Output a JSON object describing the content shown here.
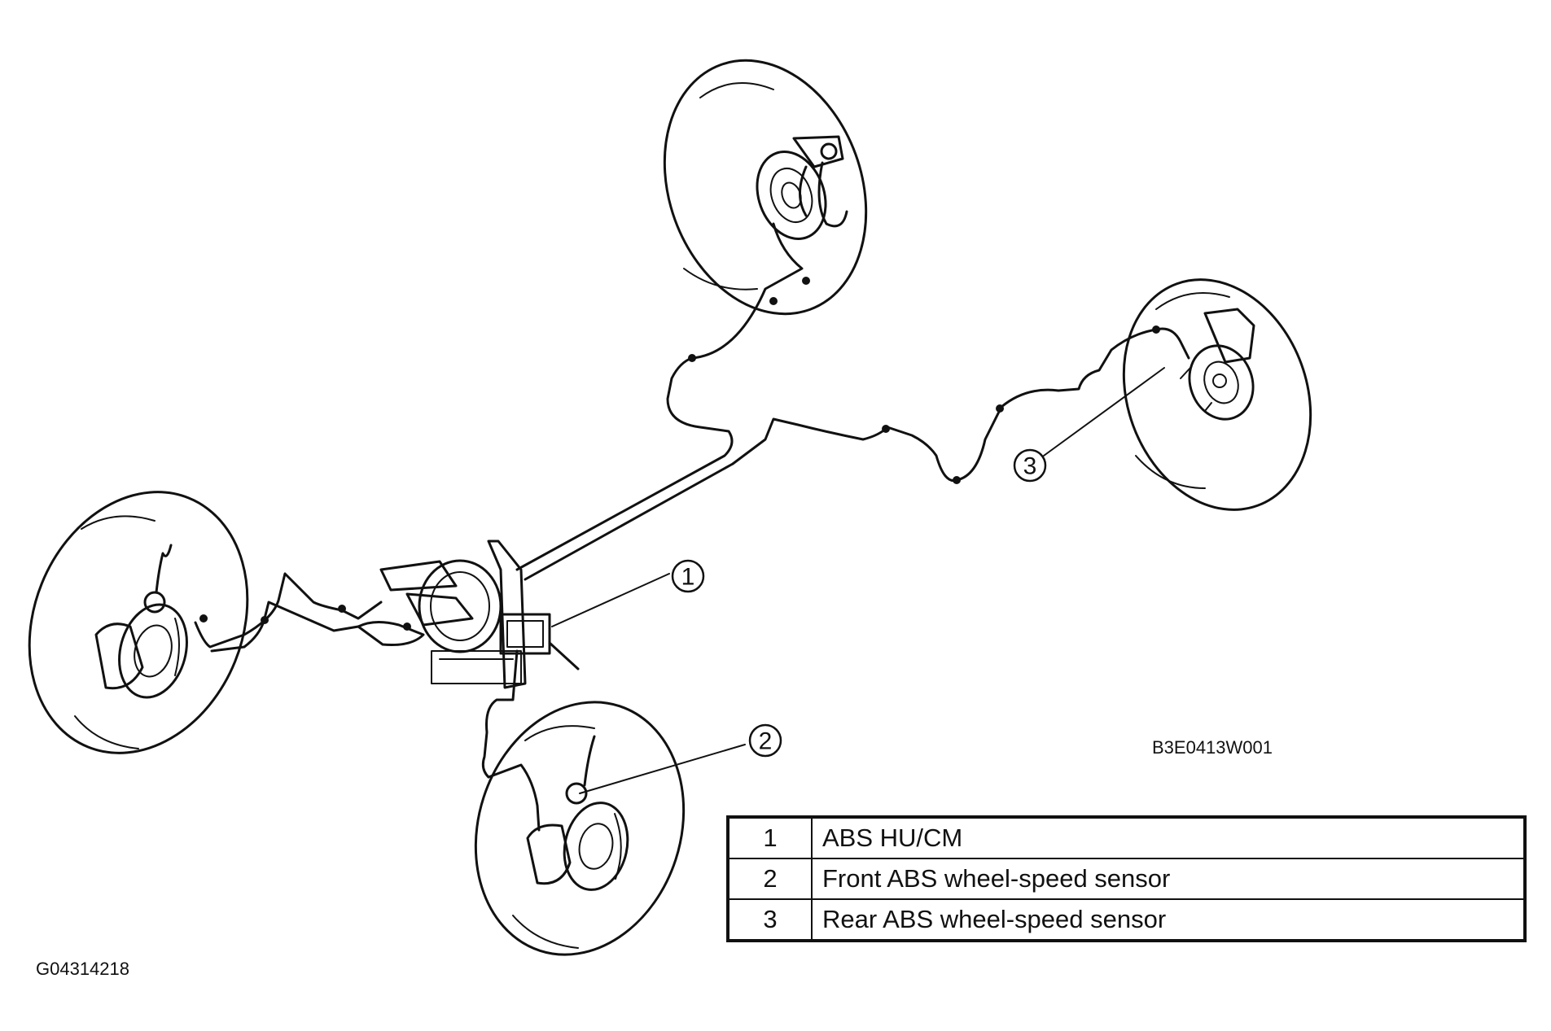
{
  "callouts": [
    "1",
    "2",
    "3"
  ],
  "diagram_code": "B3E0413W001",
  "legend": {
    "rows": [
      {
        "number": "1",
        "label": "ABS HU/CM"
      },
      {
        "number": "2",
        "label": "Front ABS wheel-speed sensor"
      },
      {
        "number": "3",
        "label": "Rear ABS wheel-speed sensor"
      }
    ]
  },
  "figure_id": "G04314218"
}
